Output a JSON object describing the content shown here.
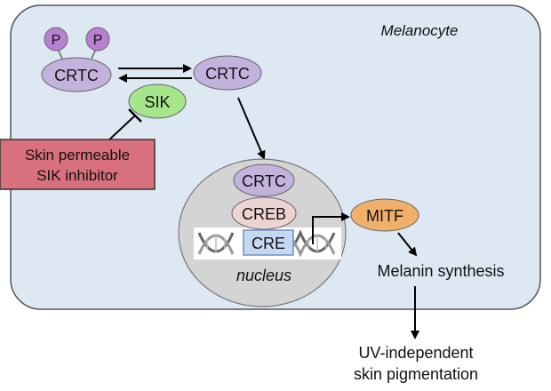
{
  "diagram": {
    "cell_label": "Melanocyte",
    "phospho_label": "P",
    "crtc_label": "CRTC",
    "sik_label": "SIK",
    "inhibitor_line1": "Skin permeable",
    "inhibitor_line2": "SIK inhibitor",
    "creb_label": "CREB",
    "cre_label": "CRE",
    "nucleus_label": "nucleus",
    "mitf_label": "MITF",
    "melanin_label": "Melanin synthesis",
    "outcome_line1": "UV-independent",
    "outcome_line2": "skin pigmentation"
  },
  "colors": {
    "cell_fill": "#dde8f3",
    "nucleus_fill": "#d4d4d4",
    "crtc_fill": "#c3b2dc",
    "phospho_fill": "#b97fd0",
    "sik_fill": "#a6e58a",
    "creb_fill": "#eed3d3",
    "cre_fill": "#c6d7f0",
    "mitf_fill": "#f0b06a",
    "inhibitor_fill": "#d9707e"
  }
}
